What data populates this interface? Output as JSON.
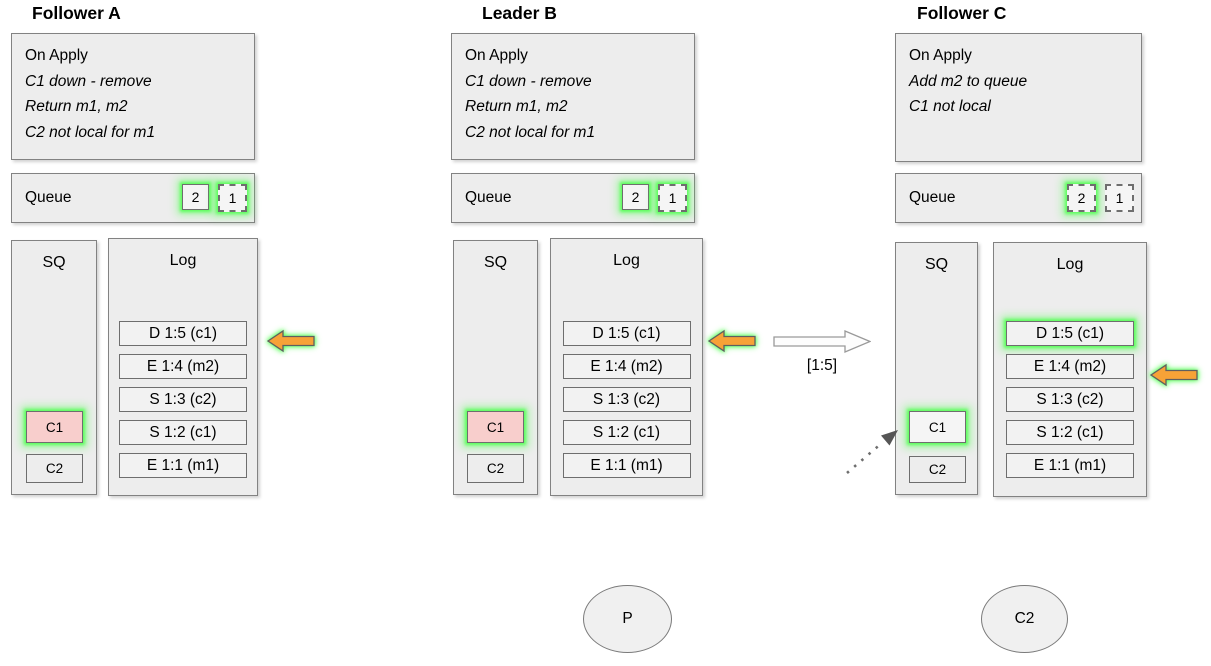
{
  "colors": {
    "panel_fill": "#ededed",
    "panel_border": "#828282",
    "entry_fill": "#f2f2f2",
    "removed_pink": "#f8cecc",
    "glow_green": "#57ff57",
    "arrow_orange": "#f7a237",
    "replicate_arrow_fill": "#fdfdfd"
  },
  "nodes": [
    {
      "title": "Follower A",
      "on_apply": {
        "header": "On Apply",
        "lines": [
          "C1 down - remove",
          "Return m1, m2",
          "C2 not local for m1"
        ]
      },
      "queue": {
        "label": "Queue",
        "items": [
          {
            "value": "2",
            "border": "solid",
            "glow": true
          },
          {
            "value": "1",
            "border": "dashed",
            "glow": true
          }
        ]
      },
      "sq": {
        "label": "SQ",
        "items": [
          {
            "value": "C1",
            "state": "removed",
            "border": "dotted",
            "glow": true
          },
          {
            "value": "C2",
            "state": "normal",
            "border": "solid",
            "glow": false
          }
        ]
      },
      "log": {
        "label": "Log",
        "entries": [
          {
            "text": "D 1:5 (c1)",
            "glow": false
          },
          {
            "text": "E 1:4 (m2)",
            "glow": false
          },
          {
            "text": "S 1:3 (c2)",
            "glow": false
          },
          {
            "text": "S 1:2 (c1)",
            "glow": false
          },
          {
            "text": "E 1:1 (m1)",
            "glow": false
          }
        ]
      },
      "apply_arrow": {
        "points_at": "D 1:5 (c1)",
        "color": "orange",
        "glow": true
      }
    },
    {
      "title": "Leader B",
      "on_apply": {
        "header": "On Apply",
        "lines": [
          "C1 down - remove",
          "Return m1, m2",
          "C2 not local for m1"
        ]
      },
      "queue": {
        "label": "Queue",
        "items": [
          {
            "value": "2",
            "border": "solid",
            "glow": true
          },
          {
            "value": "1",
            "border": "dashed",
            "glow": true
          }
        ]
      },
      "sq": {
        "label": "SQ",
        "items": [
          {
            "value": "C1",
            "state": "removed",
            "border": "dotted",
            "glow": true
          },
          {
            "value": "C2",
            "state": "normal",
            "border": "solid",
            "glow": false
          }
        ]
      },
      "log": {
        "label": "Log",
        "entries": [
          {
            "text": "D 1:5 (c1)",
            "glow": false
          },
          {
            "text": "E 1:4 (m2)",
            "glow": false
          },
          {
            "text": "S 1:3 (c2)",
            "glow": false
          },
          {
            "text": "S 1:2 (c1)",
            "glow": false
          },
          {
            "text": "E 1:1 (m1)",
            "glow": false
          }
        ]
      },
      "apply_arrow": {
        "points_at": "D 1:5 (c1)",
        "color": "orange",
        "glow": true
      }
    },
    {
      "title": "Follower C",
      "on_apply": {
        "header": "On Apply",
        "lines": [
          "Add m2 to queue",
          "C1 not local"
        ]
      },
      "queue": {
        "label": "Queue",
        "items": [
          {
            "value": "2",
            "border": "dashed",
            "glow": true
          },
          {
            "value": "1",
            "border": "dashed",
            "glow": false
          }
        ]
      },
      "sq": {
        "label": "SQ",
        "items": [
          {
            "value": "C1",
            "state": "normal",
            "border": "solid",
            "glow": true
          },
          {
            "value": "C2",
            "state": "normal",
            "border": "solid",
            "glow": false
          }
        ]
      },
      "log": {
        "label": "Log",
        "entries": [
          {
            "text": "D 1:5 (c1)",
            "glow": true
          },
          {
            "text": "E 1:4 (m2)",
            "glow": false
          },
          {
            "text": "S 1:3 (c2)",
            "glow": false
          },
          {
            "text": "S 1:2 (c1)",
            "glow": false
          },
          {
            "text": "E 1:1 (m1)",
            "glow": false
          }
        ]
      },
      "apply_arrow": {
        "points_at": "E 1:4 (m2)",
        "color": "orange",
        "glow": true
      }
    }
  ],
  "replication_arrow": {
    "label": "[1:5]",
    "from": "Leader B",
    "to": "Follower C"
  },
  "ellipses": [
    {
      "label": "P"
    },
    {
      "label": "C2"
    }
  ]
}
